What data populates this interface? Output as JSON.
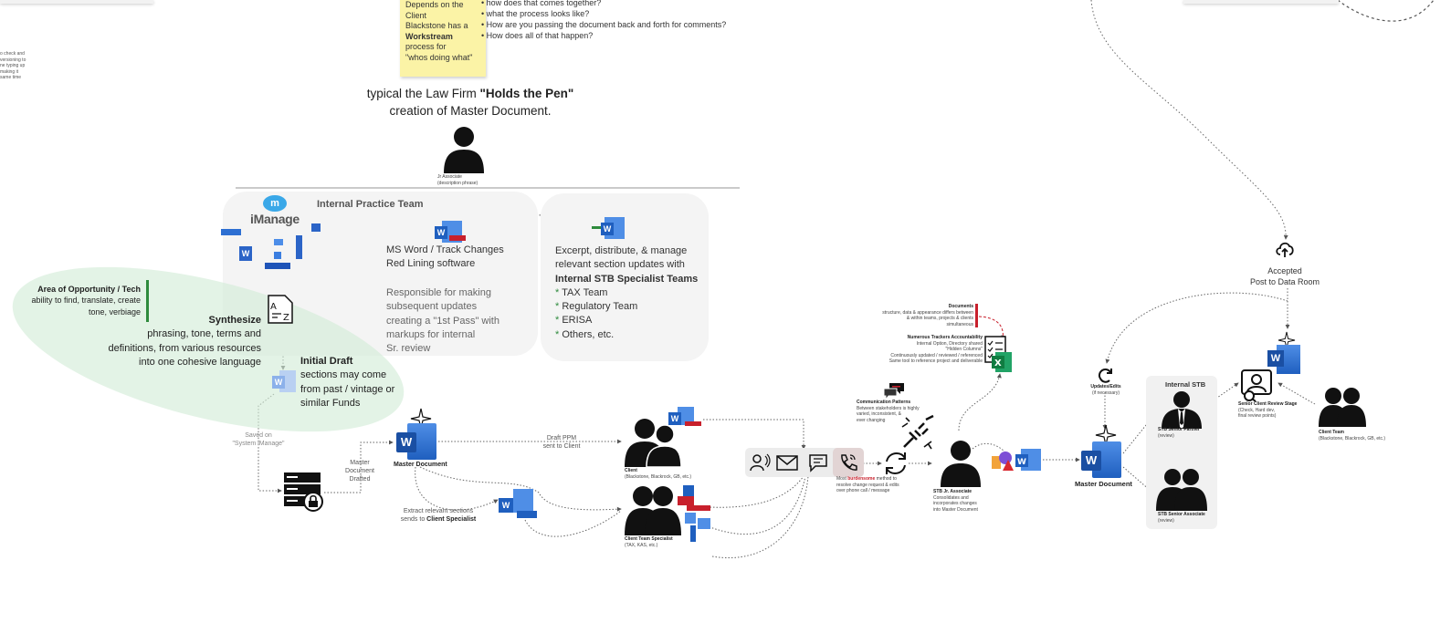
{
  "sticky": {
    "line1": "Depends on the",
    "line2": "Client",
    "line3": "Blackstone has a",
    "line4": "Workstream",
    "line5": "process for",
    "line6": "\"whos doing what\""
  },
  "questions": [
    "how does that comes together?",
    "what the process looks like?",
    "How are you passing the document back and forth for comments?",
    "How does all of that happen?"
  ],
  "left_edge_note": [
    "o check and",
    "versioning to",
    "ne typing up",
    "making it",
    "same time"
  ],
  "headline": {
    "line1_pre": "typical the Law Firm ",
    "line1_bold": "\"Holds the Pen\"",
    "line2": "creation of Master Document."
  },
  "jr_associate": {
    "title": "Jr Associate",
    "sub": "(description phrase)"
  },
  "imanage": {
    "logo_text": "iManage",
    "logo_letter": "m"
  },
  "internal_practice_team": "Internal Practice Team",
  "msword": {
    "line1": "MS Word / Track Changes",
    "line2": "Red Lining software",
    "desc": [
      "Responsible for making",
      "subsequent updates",
      "creating a \"1st Pass\" with",
      "markups for internal",
      "Sr. review"
    ]
  },
  "excerpt": {
    "line1": "Excerpt, distribute, & manage",
    "line2": "relevant section updates with",
    "line3": "Internal STB Specialist Teams",
    "items": [
      "TAX Team",
      "Regulatory Team",
      "ERISA",
      "Others, etc."
    ]
  },
  "opportunity": {
    "title": "Area of Opportunity / Tech",
    "line1": "ability to find, translate, create",
    "line2": "tone, verbiage"
  },
  "synthesize": {
    "title": "Synthesize",
    "lines": [
      "phrasing, tone, terms and",
      "definitions, from various resources",
      "into one cohesive language"
    ]
  },
  "initial_draft": {
    "title": "Initial Draft",
    "lines": [
      "sections may come",
      "from past / vintage or",
      "similar Funds"
    ]
  },
  "saved_on": [
    "Saved on",
    "\"System iManage\""
  ],
  "master_drafted": [
    "Master",
    "Document",
    "Drafted"
  ],
  "master_document_label": "Master Document",
  "draft_ppm": [
    "Draft PPM",
    "sent to Client"
  ],
  "extract": {
    "line1": "Extract relevant sections",
    "line2_pre": "sends to ",
    "line2_bold": "Client Specialist"
  },
  "client": {
    "title": "Client",
    "sub": "(Blackstone, Blackrock, GB, etc.)"
  },
  "client_specialist": {
    "title": "Client Team Specialist",
    "sub": "(TAX, KAS, etc.)"
  },
  "comm_pattern": {
    "title": "Communication Patterns",
    "lines": [
      "Between stakeholders is highly",
      "varied, inconsistent, &",
      "ever changing"
    ]
  },
  "most_burdensome": {
    "pre": "Most ",
    "bold": "burdensome",
    "rest": " method to",
    "lines": [
      "resolve change request & edits",
      "over phone call / message"
    ]
  },
  "documents": {
    "title": "Documents",
    "lines": [
      "structure, data & appearance differs between",
      "& within teams, projects & clients",
      "simultaneous"
    ]
  },
  "trackers": {
    "title": "Numerous Trackers Accountability",
    "lines": [
      "Internal Option, Directory shared",
      "\"Hidden Columns\"",
      "Continuously updated / reviewed / referenced",
      "Same tool to reference project and deliverable"
    ]
  },
  "stb_jr": {
    "title": "STB Jr. Associate",
    "lines": [
      "Consolidates and",
      "incorporates changes",
      "into Master Document"
    ]
  },
  "master_document_right": "Master Document",
  "updates": {
    "title": "Updates/Edits",
    "sub": "(if necessary)"
  },
  "internal_stb": "Internal STB",
  "senior_partner": {
    "title": "STB Senior Partner",
    "sub": "(review)"
  },
  "senior_associate": {
    "title": "STB Senior Associate",
    "sub": "(review)"
  },
  "senior_client_review": {
    "title": "Senior Client Review Stage",
    "lines": [
      "(Check, Hard dev,",
      "final review points)"
    ]
  },
  "client_team": {
    "title": "Client Team",
    "sub": "(Blackstone, Blackrock, GB, etc.)"
  },
  "accepted": {
    "line1": "Accepted",
    "line2": "Post to Data Room"
  },
  "colors": {
    "word_blue": "#1f5fbf",
    "word_light": "#4f8ee6",
    "red": "#c8202c",
    "green_opportunity": "#2e8b3d",
    "green_ellipse": "#e6f4e8",
    "sticky_yellow": "#fbf3a6",
    "panel_gray": "#f4f4f4"
  }
}
